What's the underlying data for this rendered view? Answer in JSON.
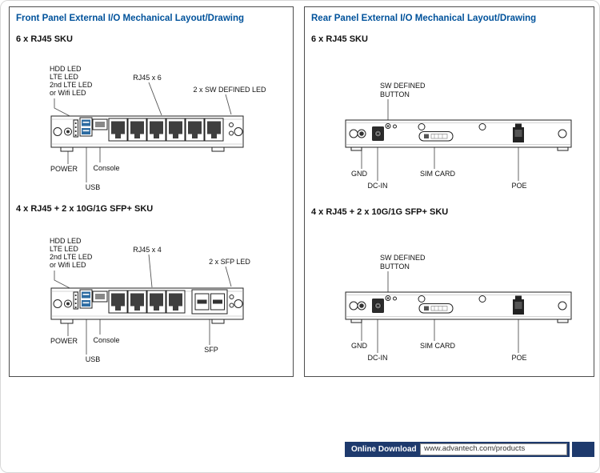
{
  "front": {
    "header": "Front Panel External I/O Mechanical Layout/Drawing",
    "sku1": {
      "title": "6 x RJ45 SKU",
      "labels": {
        "led1": "HDD LED",
        "led2": "LTE LED",
        "led3": "2nd LTE LED",
        "led4": "or Wifi LED",
        "ports": "RJ45 x 6",
        "right_leds": "2 x SW DEFINED LED",
        "power": "POWER",
        "console": "Console",
        "usb": "USB"
      }
    },
    "sku2": {
      "title": "4 x RJ45 + 2 x 10G/1G SFP+ SKU",
      "labels": {
        "led1": "HDD LED",
        "led2": "LTE LED",
        "led3": "2nd LTE LED",
        "led4": "or Wifi LED",
        "ports": "RJ45 x 4",
        "right_leds": "2 x SFP LED",
        "power": "POWER",
        "console": "Console",
        "usb": "USB",
        "sfp": "SFP"
      }
    }
  },
  "rear": {
    "header": "Rear Panel External I/O Mechanical Layout/Drawing",
    "sku1": {
      "title": "6 x RJ45 SKU",
      "labels": {
        "button1": "SW DEFINED",
        "button2": "BUTTON",
        "gnd": "GND",
        "dcin": "DC-IN",
        "sim": "SIM CARD",
        "poe": "POE"
      }
    },
    "sku2": {
      "title": "4 x RJ45 + 2 x 10G/1G SFP+ SKU",
      "labels": {
        "button1": "SW DEFINED",
        "button2": "BUTTON",
        "gnd": "GND",
        "dcin": "DC-IN",
        "sim": "SIM CARD",
        "poe": "POE"
      }
    }
  },
  "footer": {
    "badge": "Online Download",
    "url": "www.advantech.com/products"
  },
  "colors": {
    "header_blue": "#00529b",
    "footer_navy": "#1e3a6d",
    "usb_blue": "#2d6ca2",
    "port_dark": "#3f3f3f"
  }
}
